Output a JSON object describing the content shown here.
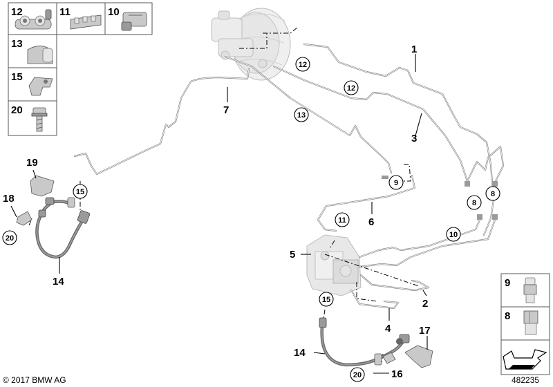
{
  "copyright": "© 2017 BMW AG",
  "diagram_id": "482235",
  "part_numbers": {
    "p1": "1",
    "p2": "2",
    "p3": "3",
    "p4": "4",
    "p5": "5",
    "p6": "6",
    "p7": "7",
    "p14a": "14",
    "p14b": "14",
    "p16": "16",
    "p17": "17",
    "p18": "18",
    "p19": "19"
  },
  "callouts": {
    "c12a": "12",
    "c12b": "12",
    "c13": "13",
    "c9": "9",
    "c8a": "8",
    "c8b": "8",
    "c11": "11",
    "c10": "10",
    "c15a": "15",
    "c15b": "15",
    "c20a": "20",
    "c20b": "20"
  },
  "legend_left": [
    "12",
    "11",
    "10",
    "13",
    "15",
    "20"
  ],
  "legend_right": [
    "9",
    "8"
  ]
}
